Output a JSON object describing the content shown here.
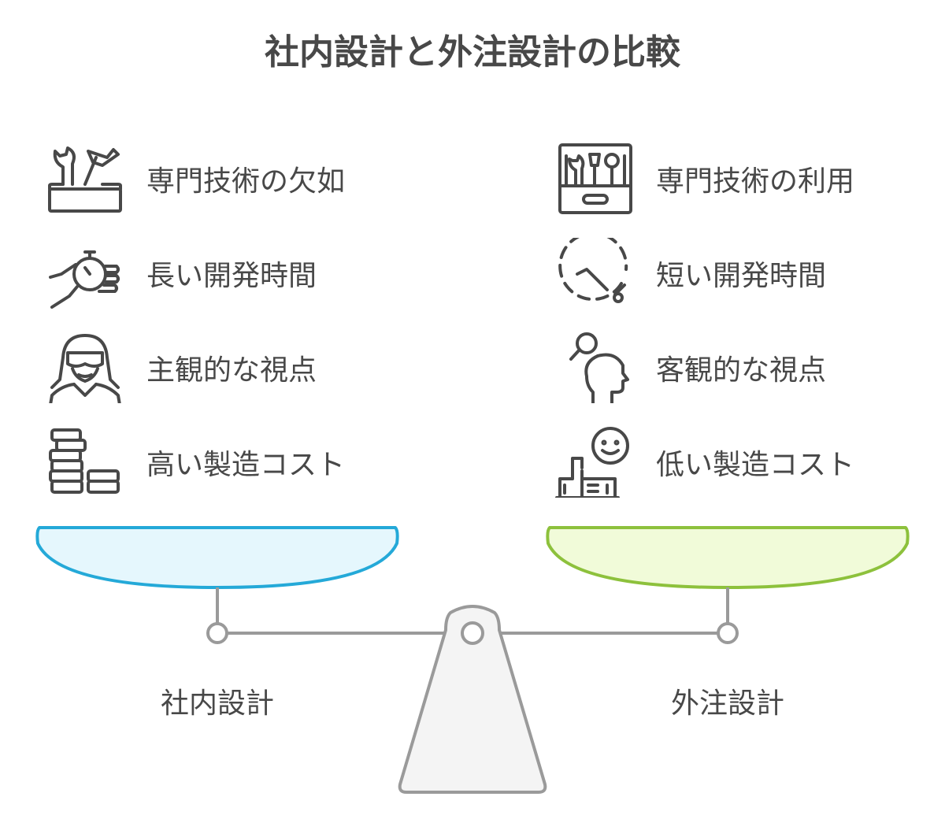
{
  "title": "社内設計と外注設計の比較",
  "left": {
    "name": "社内設計",
    "pan_fill": "#e5f7fd",
    "pan_stroke": "#24a9d8",
    "items": [
      {
        "label": "専門技術の欠如",
        "icon": "toolbox-icon"
      },
      {
        "label": "長い開発時間",
        "icon": "stopwatch-hand-icon"
      },
      {
        "label": "主観的な視点",
        "icon": "person-goggles-icon"
      },
      {
        "label": "高い製造コスト",
        "icon": "coin-stacks-icon"
      }
    ]
  },
  "right": {
    "name": "外注設計",
    "pan_fill": "#f1fbd9",
    "pan_stroke": "#8dc13c",
    "items": [
      {
        "label": "専門技術の利用",
        "icon": "tool-case-icon"
      },
      {
        "label": "短い開発時間",
        "icon": "dashed-clock-icon"
      },
      {
        "label": "客観的な視点",
        "icon": "head-magnifier-icon"
      },
      {
        "label": "低い製造コスト",
        "icon": "smiley-factory-icon"
      }
    ]
  }
}
